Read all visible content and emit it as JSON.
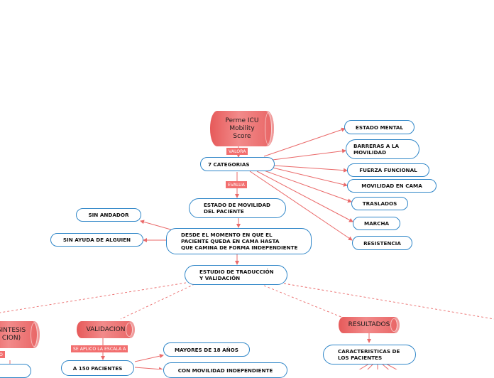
{
  "colors": {
    "connector": "#ea6a6a",
    "node_border": "#2f86c8",
    "tag_bg": "#f26f6f",
    "topic_fill": "#ec7373"
  },
  "topics": {
    "root": "Perme ICU\nMobility\nScore",
    "validacion": "VALIDACION",
    "resultados": "RESULTADOS",
    "sintesis": "SINTESIS\nCION)"
  },
  "tags": {
    "valora": "VALORA",
    "evalua": "EVALUA",
    "se_aplico": "SE APLICO LA ESCALA A",
    "left_partial": "O"
  },
  "nodes": {
    "categorias": "7 CATEGORIAS",
    "estado_movilidad": "ESTADO DE MOVILIDAD\nDEL PACIENTE",
    "desde_momento": "DESDE EL MOMENTO EN QUE EL\nPACIENTE QUEDA EN CAMA HASTA\nQUE CAMINA DE FORMA INDEPENDIENTE",
    "sin_andador": "SIN ANDADOR",
    "sin_ayuda": "SIN AYUDA DE ALGUIEN",
    "estudio": "ESTUDIO DE TRADUCCIÓN\nY VALIDACIÓN",
    "pacientes_150": "A 150 PACIENTES",
    "mayores_18": "MAYORES DE 18 AÑOS",
    "con_movilidad": "CON MOVILIDAD INDEPENDIENTE",
    "caracteristicas": "CARACTERISTICAS DE\nLOS PACIENTES"
  },
  "categories": [
    "ESTADO MENTAL",
    "BARRERAS A LA\nMOVILIDAD",
    "FUERZA FUNCIONAL",
    "MOVILIDAD EN CAMA",
    "TRASLADOS",
    "MARCHA",
    "RESISTENCIA"
  ]
}
